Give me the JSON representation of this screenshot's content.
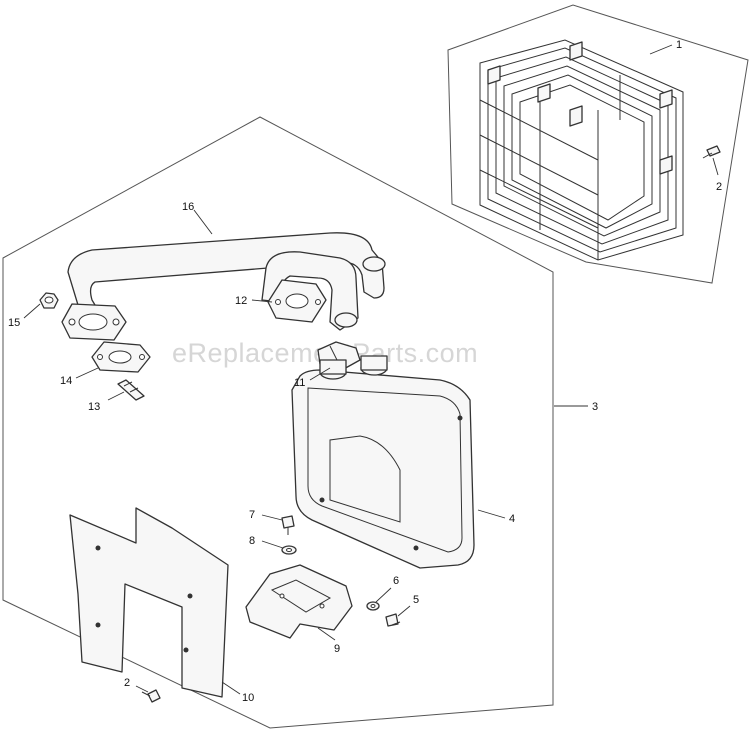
{
  "watermark": "eReplacementParts.com",
  "callouts": {
    "c1": "1",
    "c2a": "2",
    "c2b": "2",
    "c3": "3",
    "c4": "4",
    "c5": "5",
    "c6": "6",
    "c7": "7",
    "c8": "8",
    "c9": "9",
    "c10": "10",
    "c11": "11",
    "c12": "12",
    "c13": "13",
    "c14": "14",
    "c15": "15",
    "c16": "16"
  }
}
